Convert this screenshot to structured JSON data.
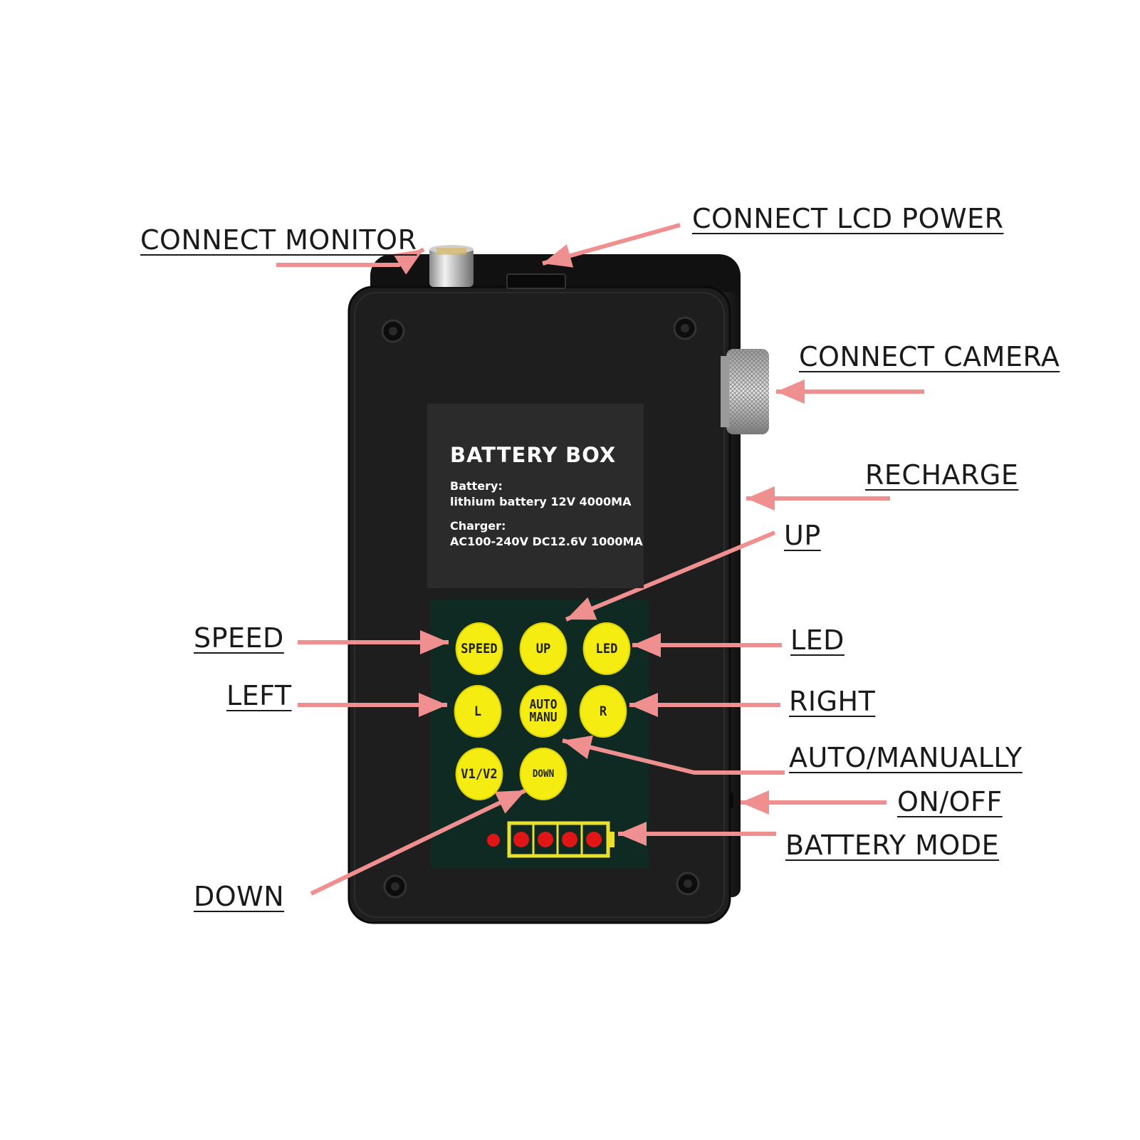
{
  "label": {
    "title": "BATTERY BOX",
    "battery_heading": "Battery:",
    "battery_spec": "lithium battery  12V 4000MA",
    "charger_heading": "Charger:",
    "charger_spec": "AC100-240V DC12.6V 1000MA"
  },
  "buttons": {
    "speed": "SPEED",
    "up": "UP",
    "led": "LED",
    "left": "L",
    "auto_1": "AUTO",
    "auto_2": "MANU",
    "right": "R",
    "v1v2": "V1/V2",
    "down": "DOWN"
  },
  "callouts": {
    "connect_monitor": "CONNECT MONITOR",
    "connect_lcd_power": "CONNECT LCD POWER",
    "connect_camera": "CONNECT CAMERA",
    "recharge": "RECHARGE",
    "up": "UP",
    "speed": "SPEED",
    "led": "LED",
    "left": "LEFT",
    "right": "RIGHT",
    "auto_manually": "AUTO/MANUALLY",
    "on_off": "ON/OFF",
    "battery_mode": "BATTERY MODE",
    "down": "DOWN"
  },
  "battery_indicator": {
    "level_fraction": 1.0
  },
  "colors": {
    "arrow": "#f08f8f",
    "button": "#f5ec12",
    "panel": "#0f2a22",
    "case": "#1c1c1c",
    "led": "#e01515",
    "battery_frame": "#e8e02a"
  }
}
